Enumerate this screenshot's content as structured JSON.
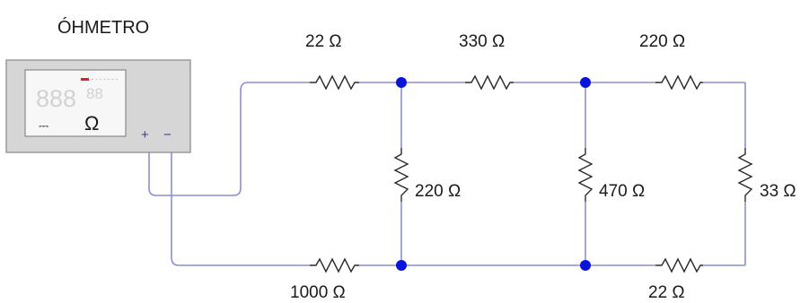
{
  "meter": {
    "title": "ÓHMETRO",
    "display_big": "888",
    "display_small": "88",
    "unit_symbol": "Ω",
    "dc_symbol": "⎓",
    "plus_label": "+",
    "minus_label": "−"
  },
  "resistors": {
    "r_top_1": "22 Ω",
    "r_top_2": "330  Ω",
    "r_top_3": "220 Ω",
    "r_mid_1": "220 Ω",
    "r_mid_2": "470 Ω",
    "r_mid_3": "33 Ω",
    "r_bot_1": "1000 Ω",
    "r_bot_2": "22 Ω"
  },
  "colors": {
    "wire": "#8a8fd0",
    "node": "#0a14d8",
    "resistor": "#2a2a2a",
    "meter_body": "#d4d4d4",
    "indicator": "#e02020"
  }
}
